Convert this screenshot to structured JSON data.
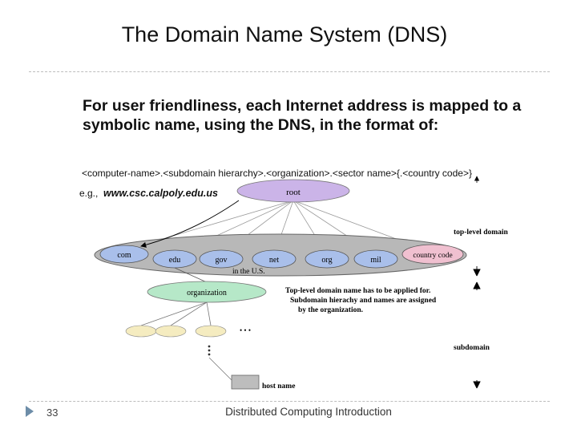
{
  "slide": {
    "title": "The Domain Name System (DNS)",
    "intro": "For user friendliness, each Internet address is mapped to a symbolic name, using the DNS, in the format of:",
    "format": "<computer-name>.<subdomain hierarchy>.<organization>.<sector name>{.<country code>}",
    "example_prefix": "e.g.,",
    "example_domain": "www.csc.calpoly.edu.us",
    "slide_number": "33",
    "footer": "Distributed Computing Introduction"
  },
  "diagram": {
    "root": "root",
    "top_level_domains": [
      "com",
      "edu",
      "gov",
      "net",
      "org",
      "mil"
    ],
    "country_code": "country code",
    "in_us_label": "in the U.S.",
    "organization": "organization",
    "note_line1": "Top-level domain name has to be applied for.",
    "note_line2": "Subdomain hierachy and names are assigned",
    "note_line3": "by the organization.",
    "ellipsis": "• • •",
    "host_name": "host name",
    "label_top_level": "top-level domain",
    "label_subdomain": "subdomain",
    "colors": {
      "root": "#cbb4e8",
      "band": "#b8b8b8",
      "tld": "#a9bfea",
      "country": "#f0c0d0",
      "organization": "#b6e8c8",
      "subdomain": "#f5ecc0",
      "host": "#bdbdbd"
    }
  }
}
